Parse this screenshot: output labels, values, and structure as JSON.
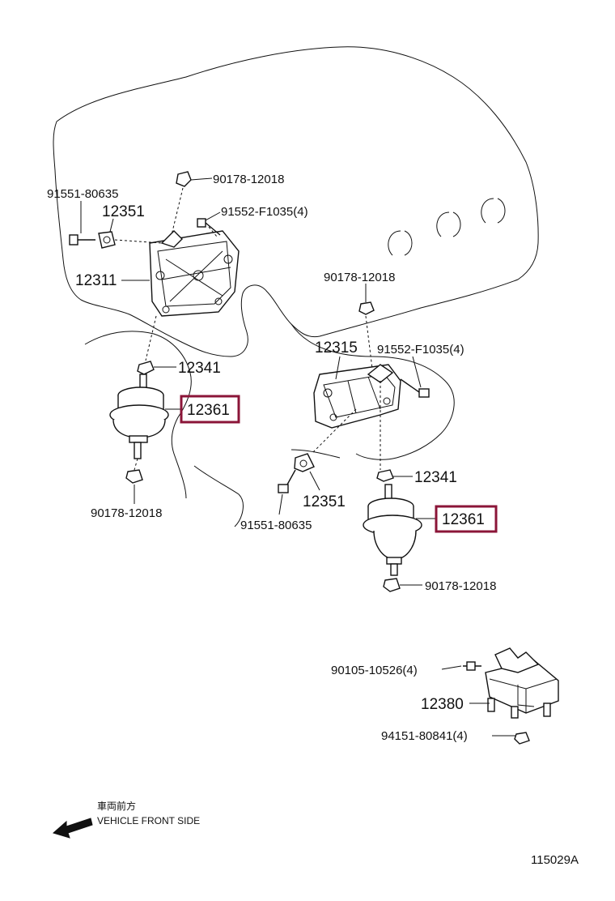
{
  "labels": {
    "p90178_top": "90178-12018",
    "p91551_left": "91551-80635",
    "p12351_left": "12351",
    "p91552_left": "91552-F1035(4)",
    "p12311": "12311",
    "p12341_left": "12341",
    "p12361_left": "12361",
    "p90178_left_bottom": "90178-12018",
    "p90178_right_top": "90178-12018",
    "p12315": "12315",
    "p91552_right": "91552-F1035(4)",
    "p12341_right": "12341",
    "p12351_right": "12351",
    "p91551_right": "91551-80635",
    "p12361_right": "12361",
    "p90178_right_bottom": "90178-12018",
    "p90105": "90105-10526(4)",
    "p12380": "12380",
    "p94151": "94151-80841(4)"
  },
  "front_side": {
    "jp": "車両前方",
    "en": "VEHICLE FRONT SIDE"
  },
  "figure_id": "115029A",
  "colors": {
    "highlight": "#8b1538",
    "ink": "#111111"
  }
}
